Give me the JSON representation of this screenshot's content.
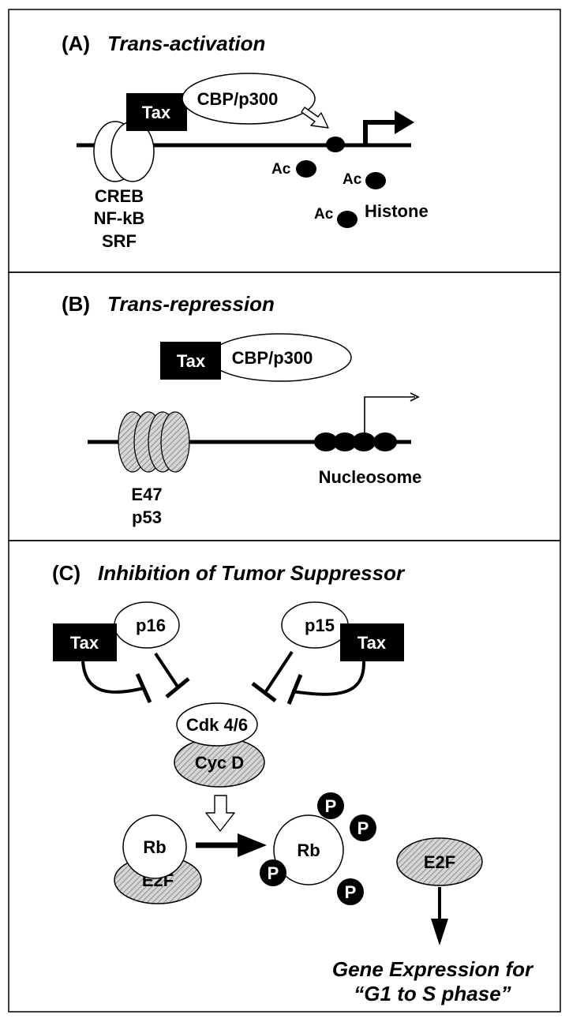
{
  "panel_a": {
    "letter": "(A)",
    "title": "Trans-activation",
    "tax": "Tax",
    "cbp": "CBP/p300",
    "factors": [
      "CREB",
      "NF-kB",
      "SRF"
    ],
    "ac": "Ac",
    "histone": "Histone"
  },
  "panel_b": {
    "letter": "(B)",
    "title": "Trans-repression",
    "tax": "Tax",
    "cbp": "CBP/p300",
    "factors": [
      "E47",
      "p53"
    ],
    "nucleosome": "Nucleosome"
  },
  "panel_c": {
    "letter": "(C)",
    "title": "Inhibition of Tumor Suppressor",
    "tax_left": "Tax",
    "tax_right": "Tax",
    "p16": "p16",
    "p15": "p15",
    "cdk": "Cdk 4/6",
    "cyc": "Cyc D",
    "rb": "Rb",
    "e2f": "E2F",
    "rb_phos": "Rb",
    "p": "P",
    "e2f_free": "E2F",
    "gene_line1": "Gene Expression for",
    "gene_line2": "“G1 to S phase”"
  }
}
